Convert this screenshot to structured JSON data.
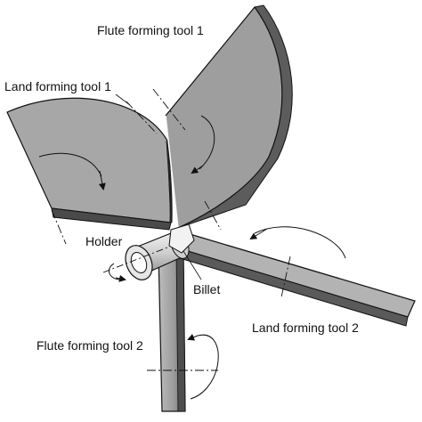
{
  "labels": {
    "flute_tool_1": "Flute forming tool 1",
    "land_tool_1": "Land forming tool 1",
    "holder": "Holder",
    "billet": "Billet",
    "land_tool_2": "Land forming tool 2",
    "flute_tool_2": "Flute forming tool 2"
  },
  "colors": {
    "tool_face": "#a9a9a9",
    "tool_face_dark": "#8e8e8e",
    "tool_edge": "#4a4a4a",
    "holder": "#d8d8d8",
    "outline": "#111111",
    "background": "#ffffff"
  }
}
